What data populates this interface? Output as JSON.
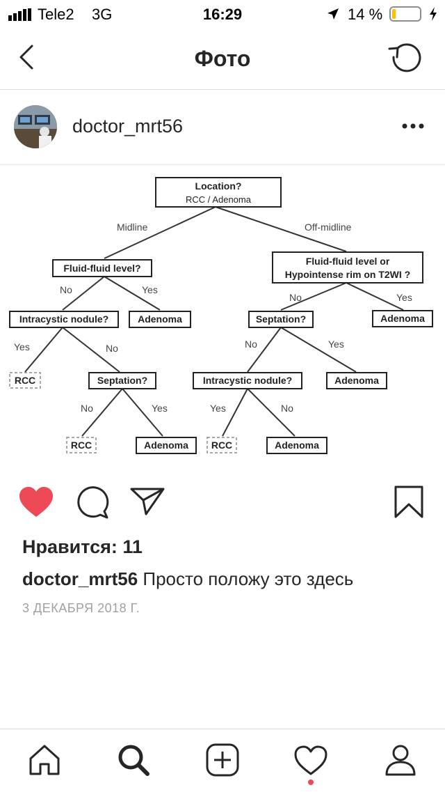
{
  "status_bar": {
    "carrier": "Tele2",
    "network": "3G",
    "time": "16:29",
    "battery_percent": "14 %",
    "battery_level": 0.14
  },
  "nav": {
    "title": "Фото",
    "back_icon": "chevron-left-icon",
    "refresh_icon": "refresh-icon"
  },
  "post": {
    "username": "doctor_mrt56",
    "more_icon": "more-dots-icon",
    "diagram": {
      "root": {
        "title": "Location?",
        "subtitle": "RCC / Adenoma"
      },
      "edge_midline": "Midline",
      "edge_offmidline": "Off-midline",
      "left_q1": "Fluid-fluid level?",
      "right_q1_line1": "Fluid-fluid level or",
      "right_q1_line2": "Hypointense rim on T2WI ?",
      "no": "No",
      "yes": "Yes",
      "intracystic": "Intracystic nodule?",
      "septation": "Septation?",
      "adenoma": "Adenoma",
      "rcc": "RCC"
    },
    "likes": "Нравится: 11",
    "caption_user": "doctor_mrt56",
    "caption_text": "Просто положу это здесь",
    "date": "3 ДЕКАБРЯ 2018 Г.",
    "like_color": "#ed4956"
  },
  "tabbar": {
    "icons": [
      "home-icon",
      "search-icon",
      "add-post-icon",
      "activity-heart-icon",
      "profile-icon"
    ]
  }
}
